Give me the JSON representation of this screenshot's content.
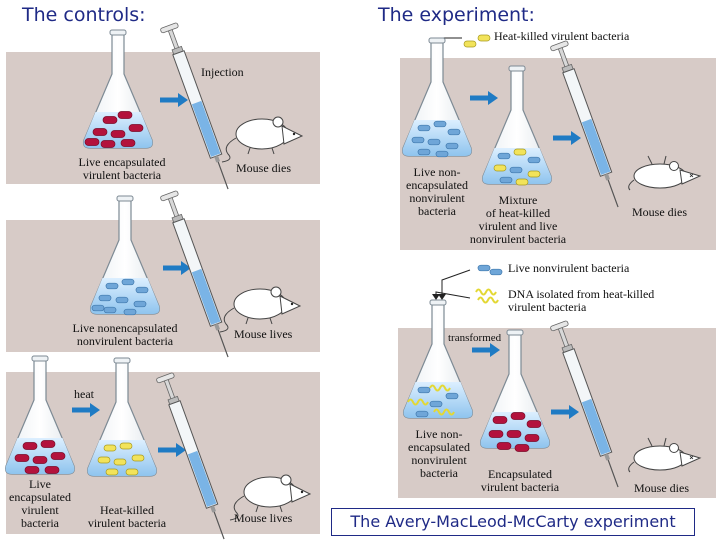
{
  "headings": {
    "controls": "The controls:",
    "experiment": "The experiment:"
  },
  "control1": {
    "injection": "Injection",
    "bacteria": "Live encapsulated\nvirulent bacteria",
    "outcome": "Mouse dies"
  },
  "control2": {
    "bacteria": "Live nonencapsulated\nnonvirulent bacteria",
    "outcome": "Mouse lives"
  },
  "control3": {
    "heat": "heat",
    "live": "Live\nencapsulated\nvirulent\nbacteria",
    "killed": "Heat-killed\nvirulent bacteria",
    "outcome": "Mouse lives"
  },
  "experiment1": {
    "added": "Heat-killed virulent bacteria",
    "flask": "Live non-\nencapsulated\nnonvirulent\nbacteria",
    "mixture": "Mixture\nof heat-killed\nvirulent and live\nnonvirulent bacteria",
    "outcome": "Mouse dies"
  },
  "experiment2": {
    "legend_bacteria": "Live nonvirulent bacteria",
    "legend_dna": "DNA isolated from heat-killed\nvirulent bacteria",
    "transformed": "transformed",
    "flask": "Live non-\nencapsulated\nnonvirulent\nbacteria",
    "result": "Encapsulated\nvirulent bacteria",
    "outcome": "Mouse dies"
  },
  "caption": "The Avery-MacLeod-McCarty experiment",
  "colors": {
    "panel": "#d7cbc7",
    "heading": "#1f2a86",
    "arrow": "#1f7bc4",
    "virulent": "#b3123c",
    "nonvirulent": "#6fa6d8",
    "heat_killed": "#f2e35a"
  }
}
